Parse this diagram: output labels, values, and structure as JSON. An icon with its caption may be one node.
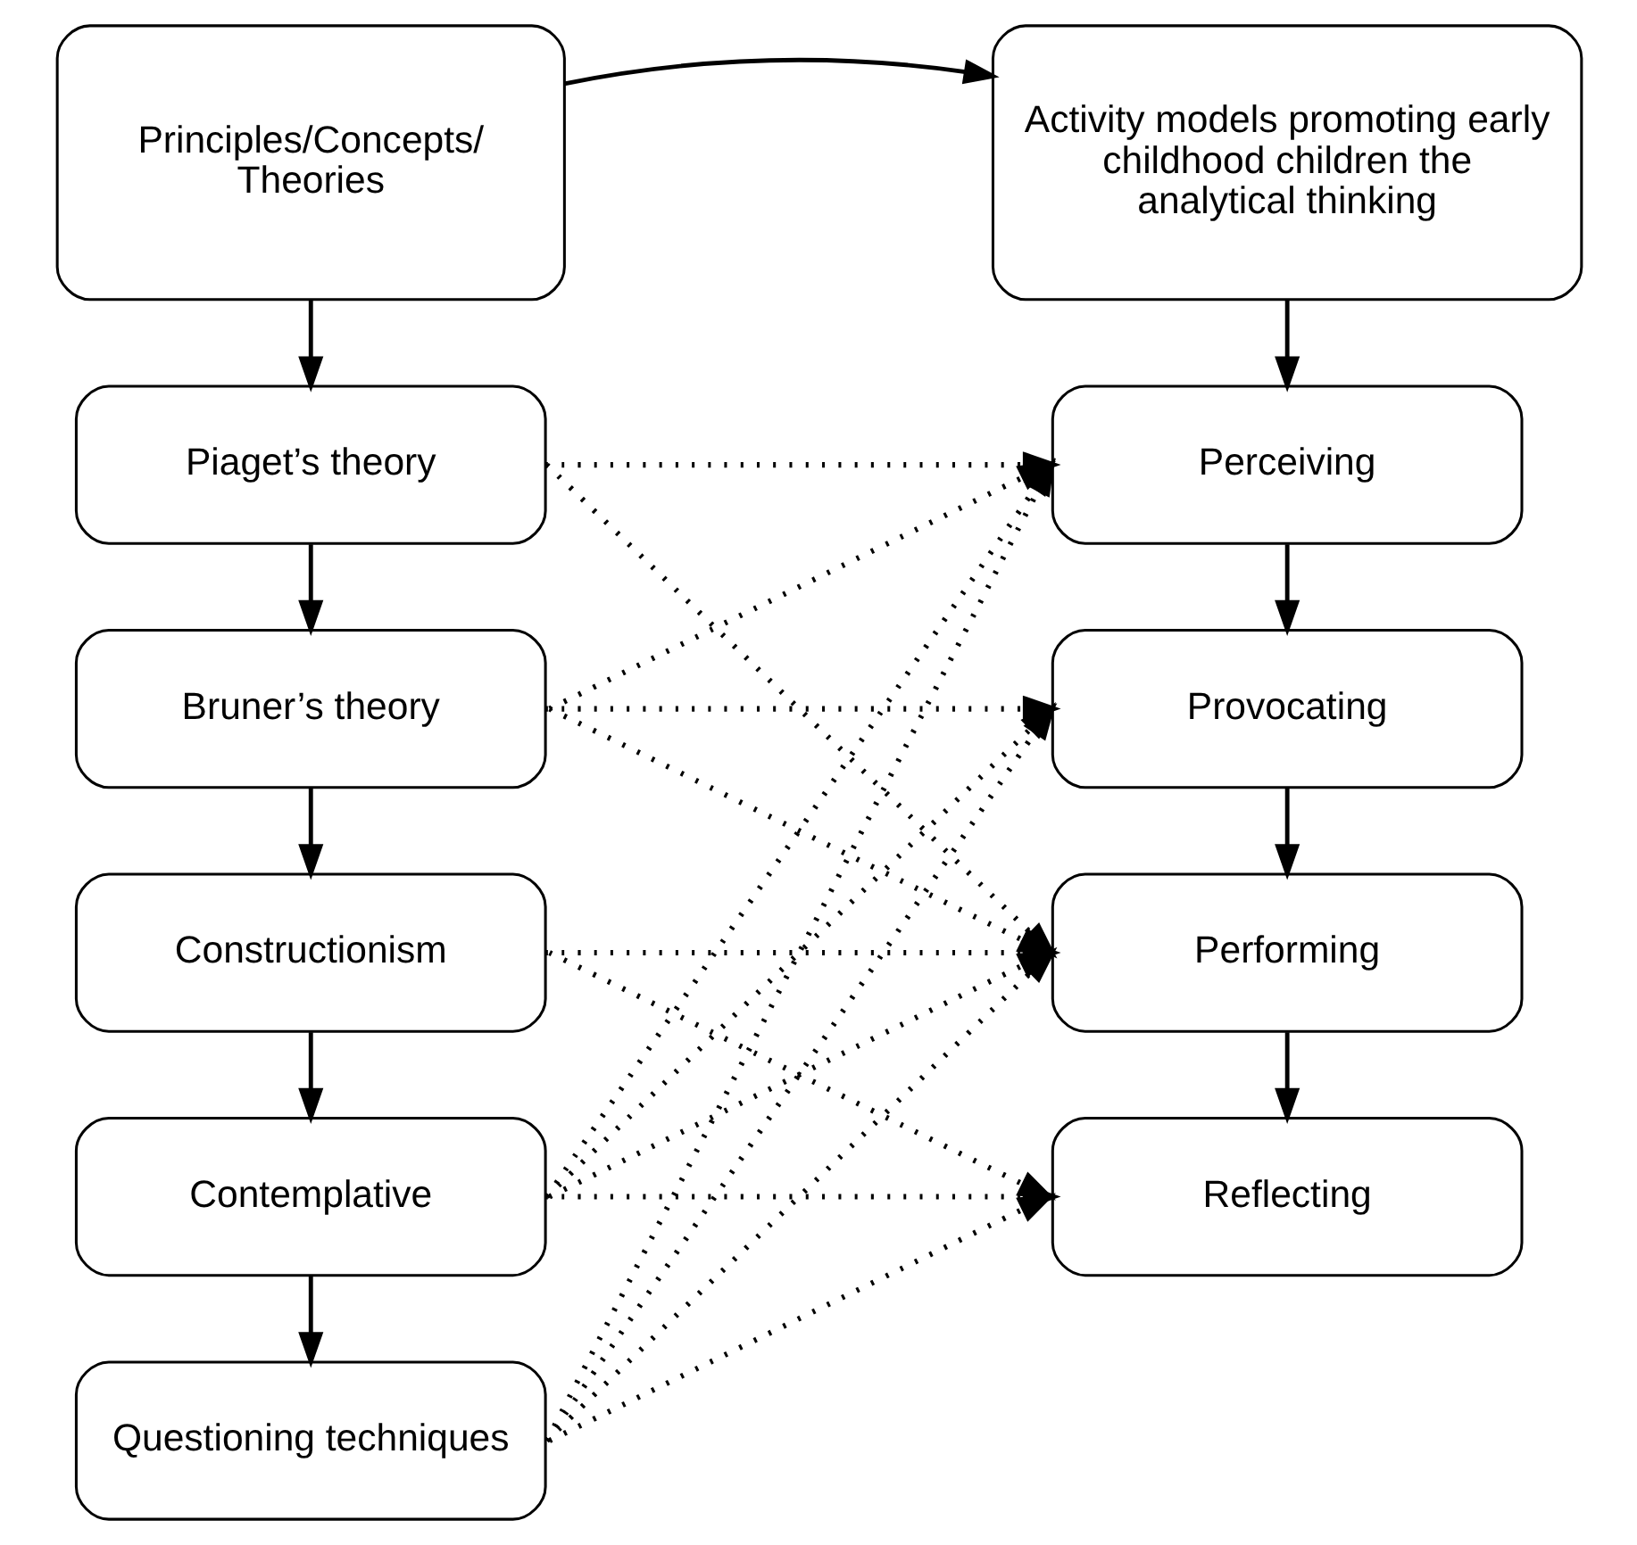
{
  "diagram": {
    "nodes": [
      {
        "text": [
          "Principles/Concepts/ Theories"
        ]
      },
      {
        "text": [
          "Activity models promoting early childhood children the analytical thinking"
        ]
      },
      {
        "text": [
          "Piaget’s theory"
        ]
      },
      {
        "text": [
          "Bruner’s theory"
        ]
      },
      {
        "text": [
          "Constructionism"
        ]
      },
      {
        "text": [
          "Contemplative"
        ]
      },
      {
        "text": [
          "Questioning techniques"
        ]
      },
      {
        "text": [
          "Perceiving"
        ]
      },
      {
        "text": [
          "Provocating"
        ]
      },
      {
        "text": [
          "Performing"
        ]
      },
      {
        "text": [
          "Reflecting"
        ]
      }
    ],
    "edges": [
      {
        "from": 0,
        "to": 1,
        "arrow": "to"
      },
      {
        "from": 0,
        "to": 2,
        "arrow": "to"
      },
      {
        "from": 2,
        "to": 3,
        "arrow": "to"
      },
      {
        "from": 3,
        "to": 4,
        "arrow": "to"
      },
      {
        "from": 4,
        "to": 5,
        "arrow": "to"
      },
      {
        "from": 5,
        "to": 6,
        "arrow": "to"
      },
      {
        "from": 1,
        "to": 7,
        "arrow": "to"
      },
      {
        "from": 7,
        "to": 8,
        "arrow": "to"
      },
      {
        "from": 8,
        "to": 9,
        "arrow": "to"
      },
      {
        "from": 9,
        "to": 10,
        "arrow": "to"
      },
      {
        "from": 2,
        "to": 7,
        "arrow": "to",
        "style": "dashed"
      },
      {
        "from": 2,
        "to": 9,
        "arrow": "to",
        "style": "dashed"
      },
      {
        "from": 3,
        "to": 7,
        "arrow": "to",
        "style": "dashed"
      },
      {
        "from": 3,
        "to": 8,
        "arrow": "to",
        "style": "dashed"
      },
      {
        "from": 3,
        "to": 9,
        "arrow": "to",
        "style": "dashed"
      },
      {
        "from": 4,
        "to": 9,
        "arrow": "to",
        "style": "dashed"
      },
      {
        "from": 4,
        "to": 10,
        "arrow": "to",
        "style": "dashed"
      },
      {
        "from": 5,
        "to": 7,
        "arrow": "to",
        "style": "dashed"
      },
      {
        "from": 5,
        "to": 8,
        "arrow": "to",
        "style": "dashed"
      },
      {
        "from": 5,
        "to": 9,
        "arrow": "to",
        "style": "dashed"
      },
      {
        "from": 5,
        "to": 10,
        "arrow": "to",
        "style": "dashed"
      },
      {
        "from": 6,
        "to": 7,
        "arrow": "to",
        "style": "dashed"
      },
      {
        "from": 6,
        "to": 8,
        "arrow": "to",
        "style": "dashed"
      },
      {
        "from": 6,
        "to": 9,
        "arrow": "to",
        "style": "dashed"
      },
      {
        "from": 6,
        "to": 10,
        "arrow": "to",
        "style": "dashed"
      }
    ]
  }
}
